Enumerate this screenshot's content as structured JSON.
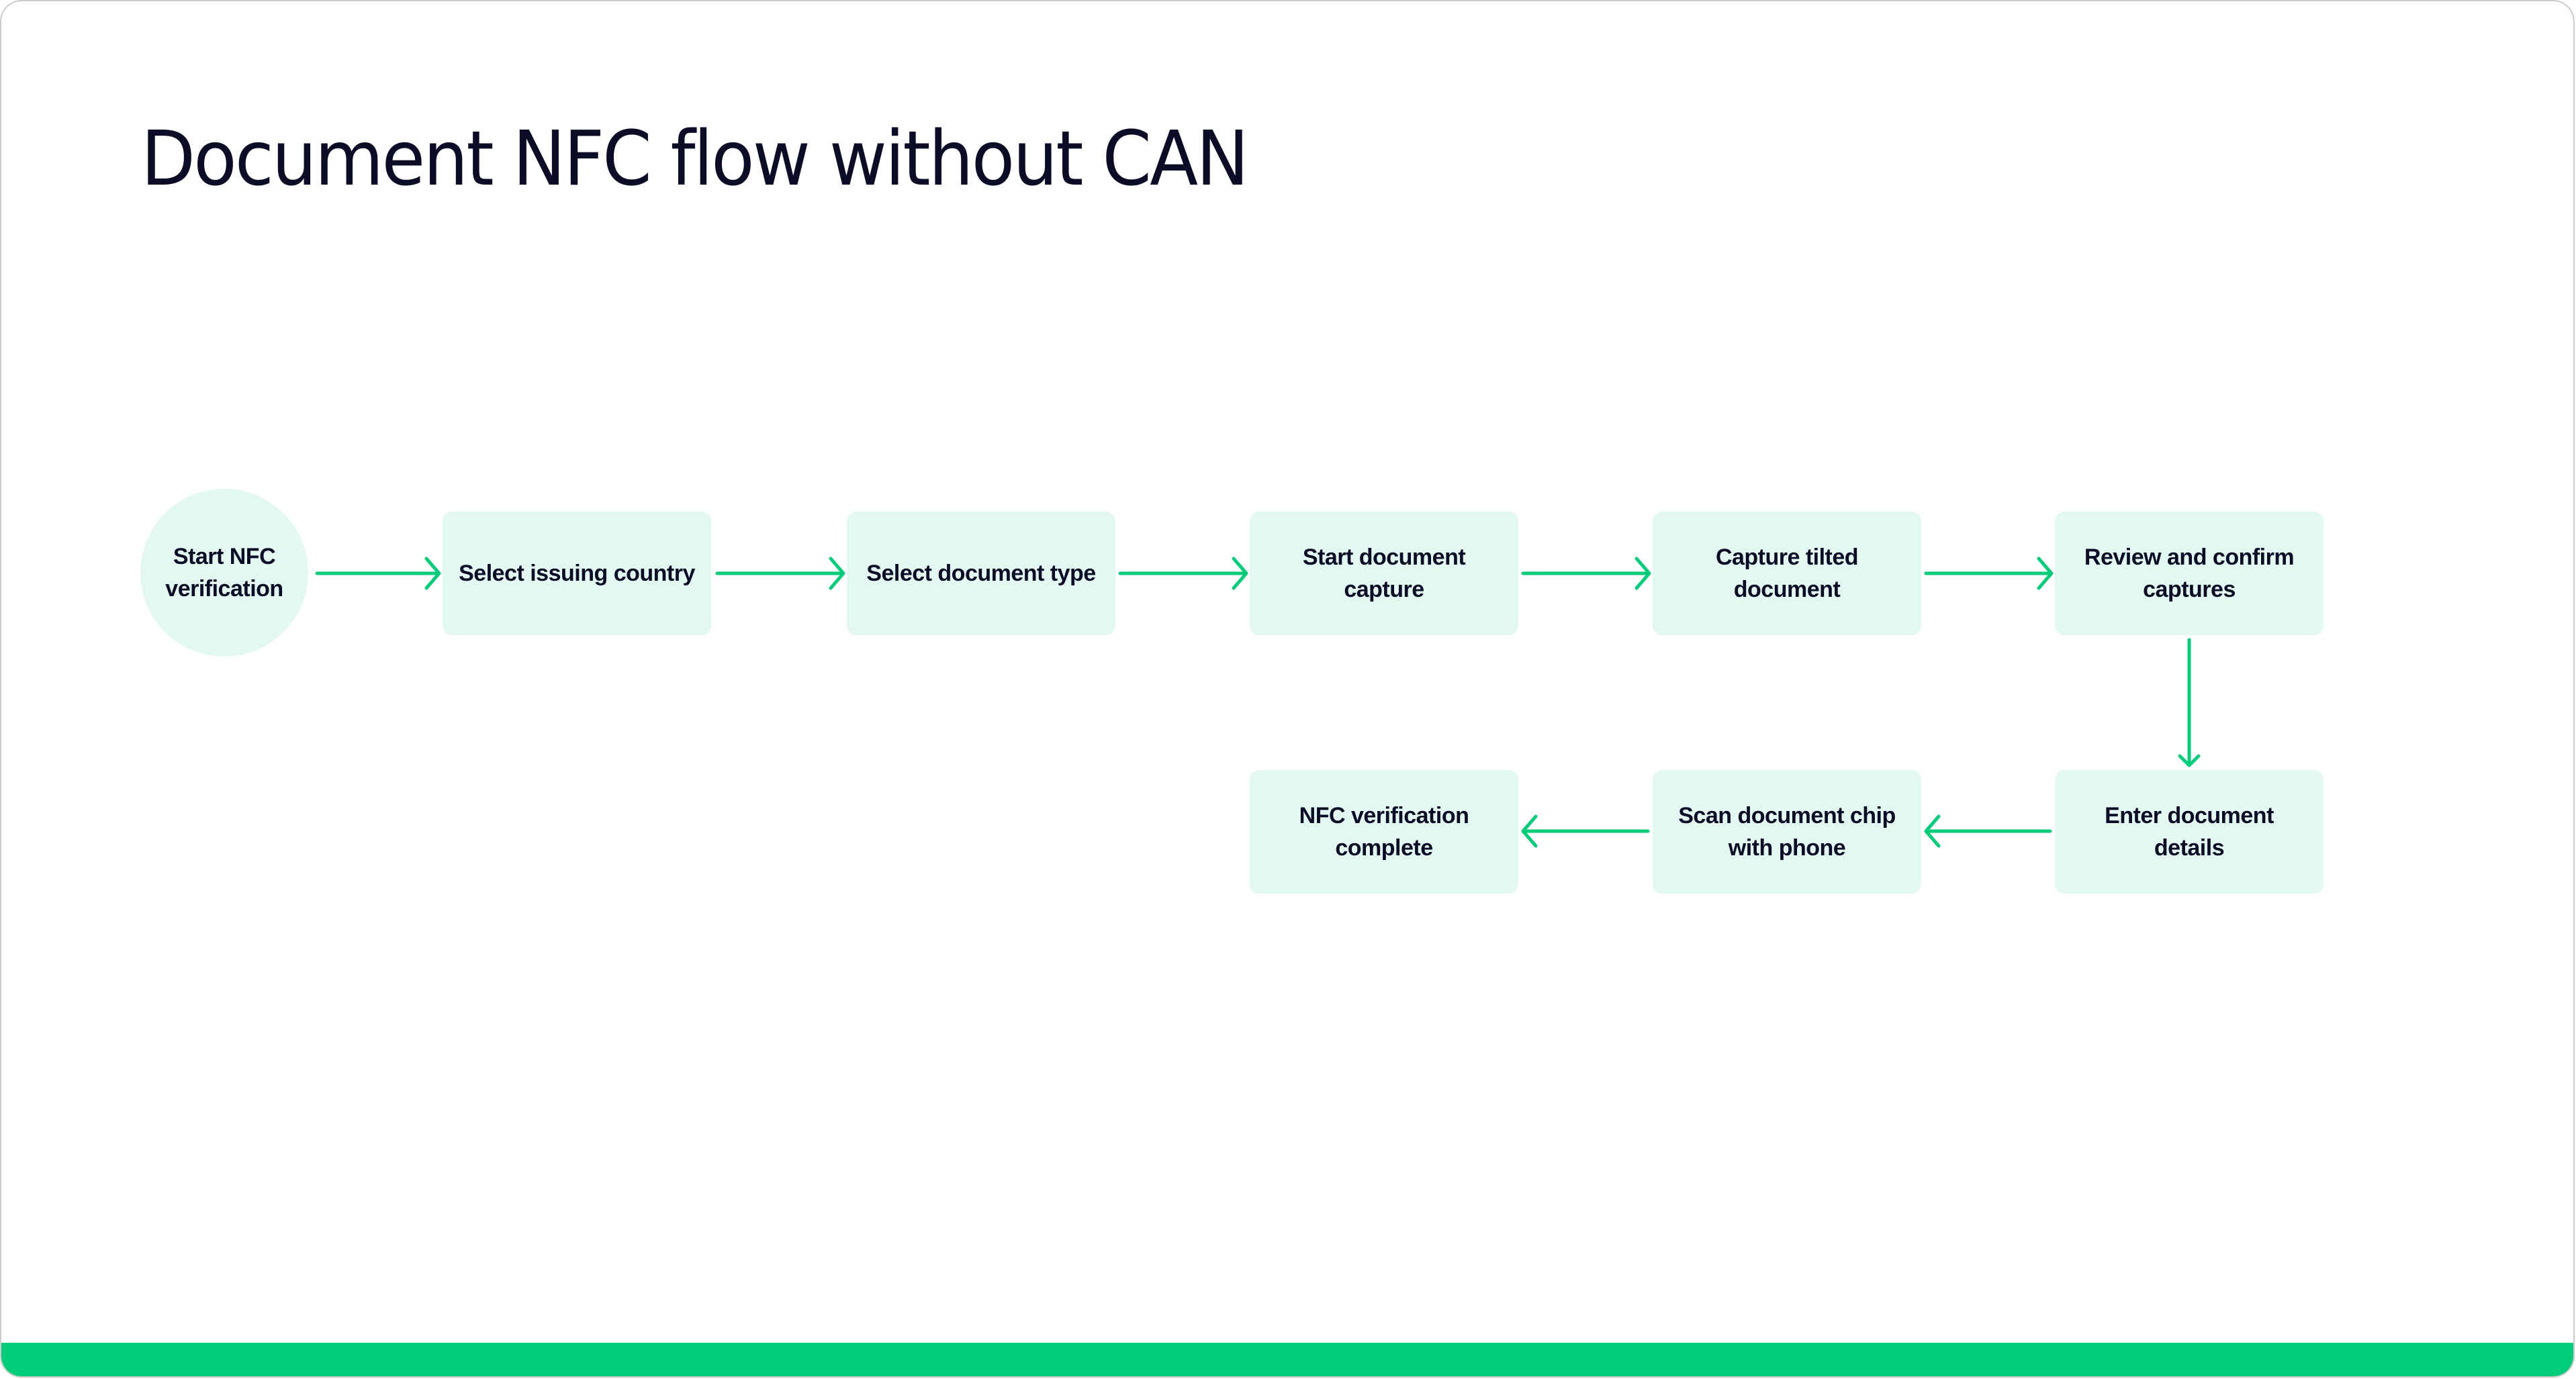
{
  "title": "Document NFC flow without CAN",
  "colors": {
    "accent": "#02cc79",
    "node_fill": "#e2f8f0",
    "text": "#0b0c26"
  },
  "nodes": {
    "start": "Start NFC verification",
    "select_country": "Select issuing country",
    "select_doc_type": "Select document type",
    "start_capture": "Start document capture",
    "capture_tilted": "Capture tilted document",
    "review_confirm": "Review and confirm captures",
    "enter_details": "Enter document details",
    "scan_chip": "Scan document chip with phone",
    "complete": "NFC verification complete"
  },
  "edges": [
    [
      "start",
      "select_country"
    ],
    [
      "select_country",
      "select_doc_type"
    ],
    [
      "select_doc_type",
      "start_capture"
    ],
    [
      "start_capture",
      "capture_tilted"
    ],
    [
      "capture_tilted",
      "review_confirm"
    ],
    [
      "review_confirm",
      "enter_details"
    ],
    [
      "enter_details",
      "scan_chip"
    ],
    [
      "scan_chip",
      "complete"
    ]
  ]
}
